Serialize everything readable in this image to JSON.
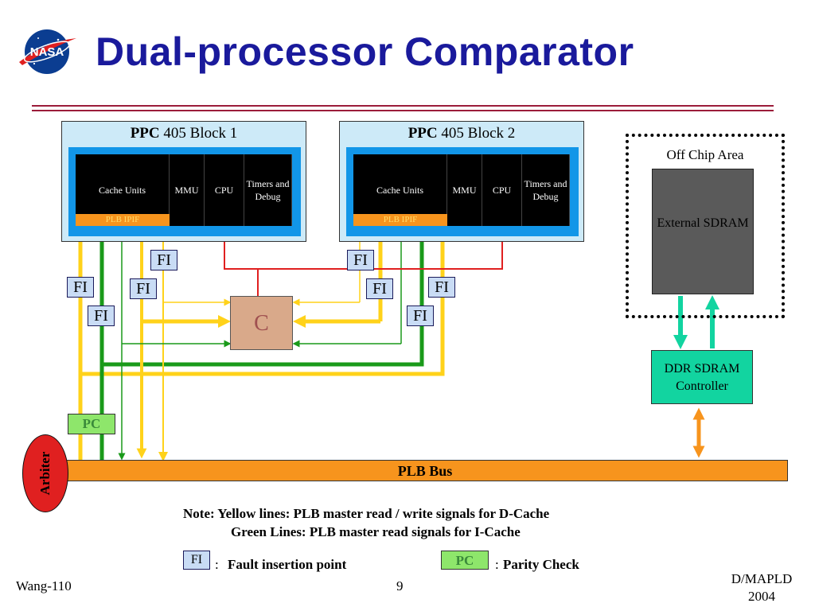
{
  "slide": {
    "title": "Dual-processor Comparator",
    "logo_text": "NASA",
    "footer_left": "Wang-110",
    "footer_center": "9",
    "footer_right_1": "D/MAPLD",
    "footer_right_2": "2004"
  },
  "blocks": [
    {
      "title_bold": "PPC",
      "title_rest": " 405 Block 1",
      "cache": "Cache Units",
      "mmu": "MMU",
      "cpu": "CPU",
      "timers": "Timers and Debug",
      "plb_ipif": "PLB IPIF"
    },
    {
      "title_bold": "PPC",
      "title_rest": " 405 Block 2",
      "cache": "Cache Units",
      "mmu": "MMU",
      "cpu": "CPU",
      "timers": "Timers and Debug",
      "plb_ipif": "PLB IPIF"
    }
  ],
  "fault_insertion_label": "FI",
  "comparator_label": "C",
  "off_chip": {
    "title": "Off Chip Area",
    "external_sdram": "External SDRAM"
  },
  "ddr_controller": "DDR SDRAM Controller",
  "plb_bus": "PLB Bus",
  "arbiter": "Arbiter",
  "parity_check_label": "PC",
  "note": {
    "line1": "Note:  Yellow lines: PLB master read / write signals for D-Cache",
    "line2": "Green Lines: PLB master read signals for I-Cache"
  },
  "legend": {
    "fi_label": "FI",
    "fi_desc": "Fault insertion point",
    "pc_label": "PC",
    "pc_desc": "Parity Check",
    "separator": ":"
  },
  "colors": {
    "title": "#1a1a9c",
    "yellow_line": "#ffd21a",
    "green_line": "#1a9a1a",
    "red_line": "#e02020",
    "teal_arrow": "#12d4a0",
    "orange_bus": "#f7941d"
  }
}
